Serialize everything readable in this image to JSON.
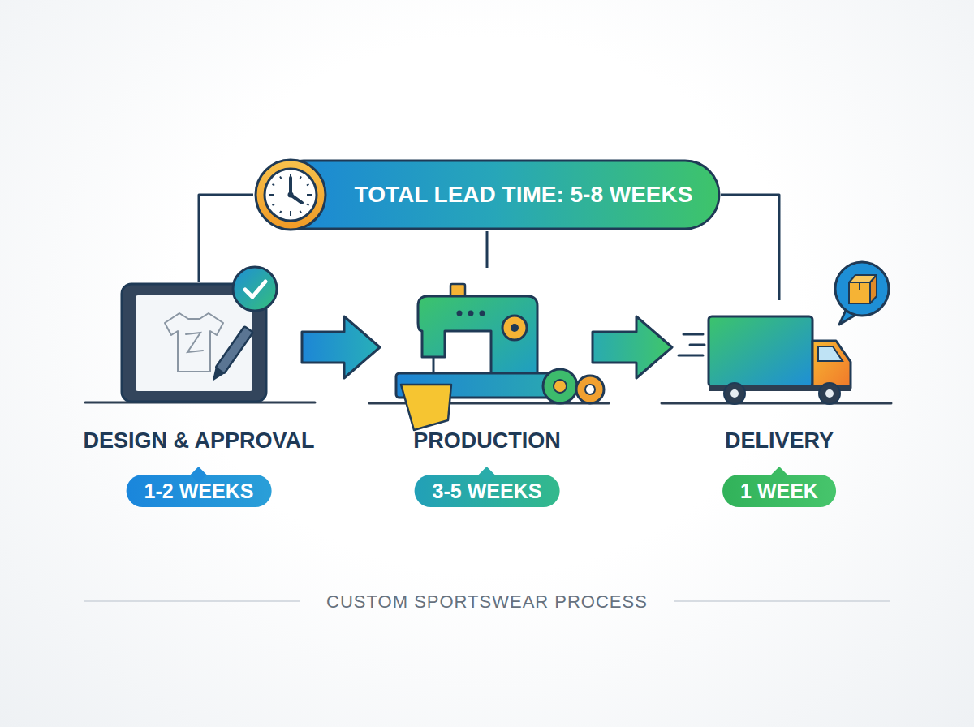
{
  "diagram": {
    "caption": "CUSTOM SPORTSWEAR PROCESS",
    "nodes": [
      {
        "text": [
          "TOTAL LEAD TIME: 5-8 WEEKS"
        ]
      },
      {
        "text": [
          "DESIGN & APPROVAL",
          "1-2 WEEKS"
        ]
      },
      {
        "text": [
          "PRODUCTION",
          "3-5 WEEKS"
        ]
      },
      {
        "text": [
          "DELIVERY",
          "1 WEEK"
        ]
      }
    ],
    "edges": [
      {
        "from": 1,
        "to": 2,
        "arrow": "to"
      },
      {
        "from": 2,
        "to": 3,
        "arrow": "to"
      },
      {
        "from": 0,
        "to": 1,
        "arrow": "none"
      },
      {
        "from": 0,
        "to": 2,
        "arrow": "none"
      },
      {
        "from": 0,
        "to": 3,
        "arrow": "none"
      }
    ]
  }
}
